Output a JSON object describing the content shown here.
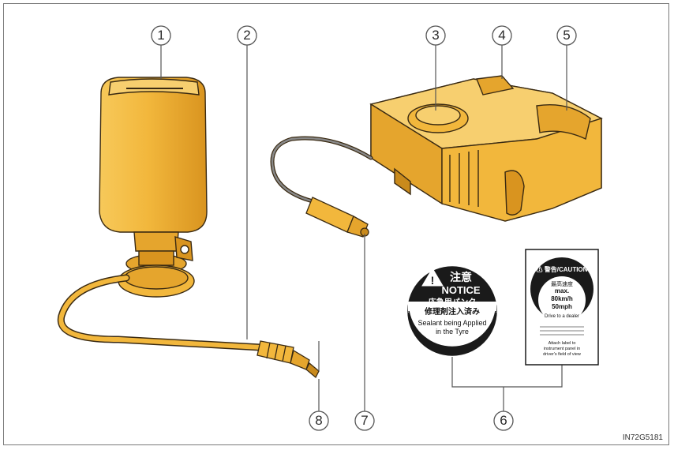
{
  "callouts": [
    {
      "id": "1",
      "label": "①"
    },
    {
      "id": "2",
      "label": "②"
    },
    {
      "id": "3",
      "label": "③"
    },
    {
      "id": "4",
      "label": "④"
    },
    {
      "id": "5",
      "label": "⑤"
    },
    {
      "id": "6",
      "label": "⑥"
    },
    {
      "id": "7",
      "label": "⑦"
    },
    {
      "id": "8",
      "label": "⑧"
    }
  ],
  "notice_sticker": {
    "kanji": "注意",
    "title": "NOTICE",
    "jp_line1": "応急用パンク",
    "jp_line2": "修理剤注入済み",
    "en_line1": "Sealant being Applied",
    "en_line2": "in the Tyre"
  },
  "caution_label": {
    "header": "⚠ 警告/CAUTION",
    "speed_jp": "最高速度",
    "speed_max": "max.",
    "speed_kmh": "80km/h",
    "speed_mph": "50mph",
    "drive_note": "Drive to a dealer",
    "attach_note1": "Attach label to",
    "attach_note2": "instrument panel in",
    "attach_note3": "driver's field of view"
  },
  "image_code": "IN72G5181",
  "colors": {
    "body": "#f2b73c",
    "body_light": "#f7cf6f",
    "body_dark": "#c98a1c",
    "outline": "#3a2a12",
    "callout": "#555555",
    "sticker": "#1a1a1a"
  }
}
